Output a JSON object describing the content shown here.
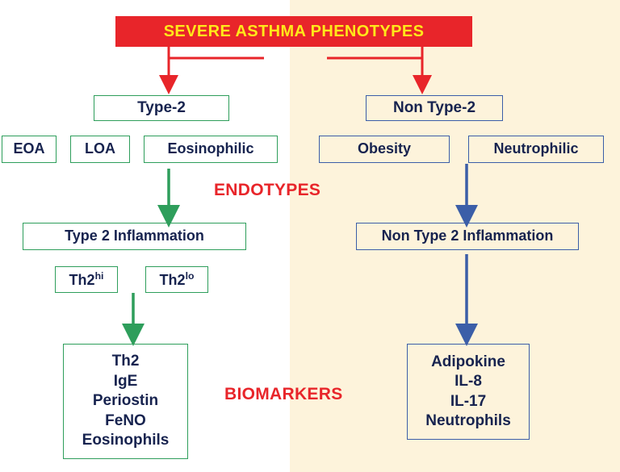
{
  "title": {
    "text": "SEVERE ASTHMA PHENOTYPES",
    "bg_color": "#e8252a",
    "text_color": "#ffe81a"
  },
  "colors": {
    "green": "#2e9e5b",
    "blue": "#3b5ea8",
    "red": "#e8252a",
    "navy_text": "#17234f",
    "panel_tint": "#fdf3db"
  },
  "captions": {
    "endotypes": "ENDOTYPES",
    "biomarkers": "BIOMARKERS"
  },
  "left_branch": {
    "phenotype": "Type-2",
    "subtypes": [
      "EOA",
      "LOA",
      "Eosinophilic"
    ],
    "endotype": "Type 2 Inflammation",
    "endotype_subtypes": [
      {
        "base": "Th2",
        "sup": "hi"
      },
      {
        "base": "Th2",
        "sup": "lo"
      }
    ],
    "biomarkers": [
      "Th2",
      "IgE",
      "Periostin",
      "FeNO",
      "Eosinophils"
    ]
  },
  "right_branch": {
    "phenotype": "Non Type-2",
    "subtypes": [
      "Obesity",
      "Neutrophilic"
    ],
    "endotype": "Non Type 2 Inflammation",
    "biomarkers": [
      "Adipokine",
      "IL-8",
      "IL-17",
      "Neutrophils"
    ]
  }
}
